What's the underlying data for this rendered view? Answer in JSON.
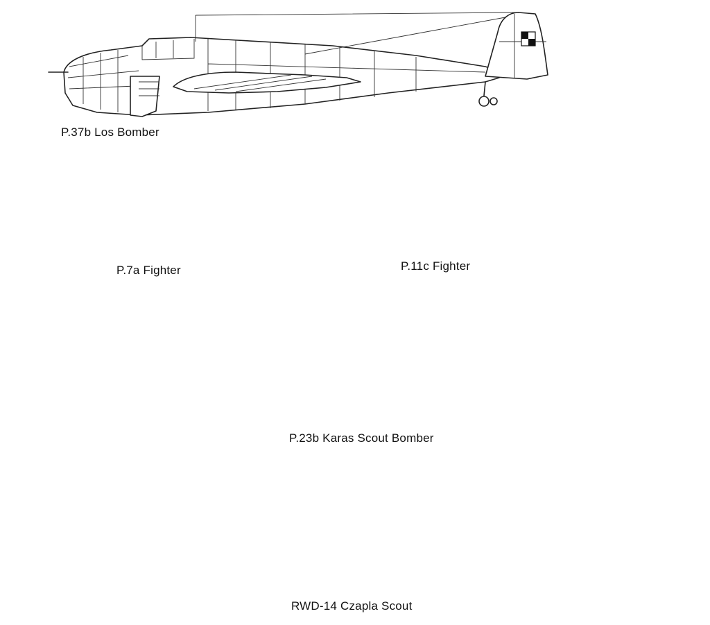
{
  "aircraft": [
    {
      "id": "p37b",
      "caption": "P.37b Los Bomber"
    },
    {
      "id": "p7a",
      "caption": "P.7a Fighter"
    },
    {
      "id": "p11c",
      "caption": "P.11c Fighter"
    },
    {
      "id": "p23b",
      "caption": "P.23b Karas Scout Bomber"
    },
    {
      "id": "rwd14",
      "caption": "RWD-14 Czapla Scout"
    }
  ],
  "colors": {
    "line": "#222222",
    "insignia": "#111111",
    "background": "#ffffff"
  }
}
